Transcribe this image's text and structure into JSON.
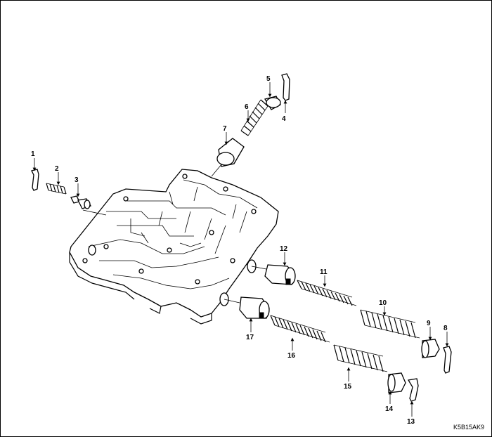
{
  "figure_code": "K5B15AK9",
  "callouts": [
    "1",
    "2",
    "3",
    "4",
    "5",
    "6",
    "7",
    "8",
    "9",
    "10",
    "11",
    "12",
    "13",
    "14",
    "15",
    "16",
    "17"
  ],
  "colors": {
    "ink": "#000000",
    "paper": "#ffffff"
  }
}
